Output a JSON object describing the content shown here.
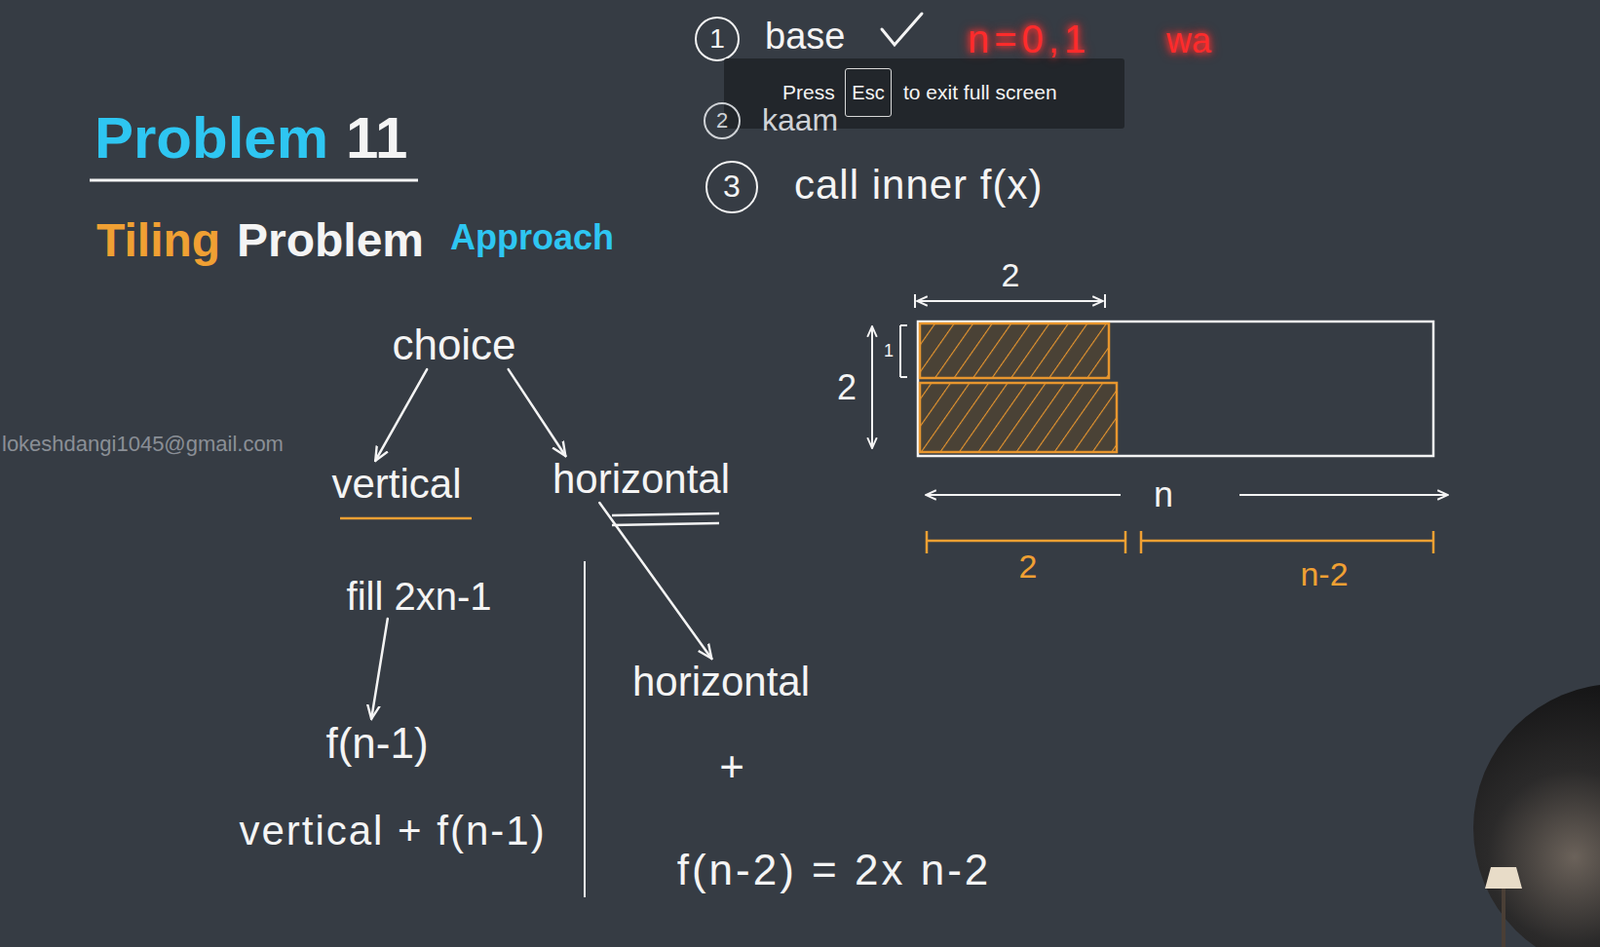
{
  "diagram": {
    "nodes": [
      {
        "text": [
          "1"
        ]
      },
      {
        "text": [
          "Press",
          "to exit full screen"
        ]
      },
      {
        "text": [
          "Esc"
        ],
        "in": 1
      },
      {
        "text": [
          "2"
        ]
      },
      {
        "text": [
          "3"
        ]
      },
      {
        "text": [
          "choice"
        ]
      },
      {
        "text": [
          "vertical"
        ]
      },
      {
        "text": [
          "horizontal"
        ]
      },
      {
        "text": [
          "fill 2xn-1"
        ]
      },
      {
        "text": [
          "f(n-1)"
        ]
      },
      {
        "text": [
          "horizontal"
        ]
      }
    ],
    "edges": [
      {
        "from": 5,
        "to": 6,
        "arrow": "to"
      },
      {
        "from": 5,
        "to": 7,
        "arrow": "to"
      },
      {
        "from": 8,
        "to": 9,
        "arrow": "to"
      },
      {
        "from": 7,
        "to": 10,
        "arrow": "to"
      }
    ],
    "labels": [
      "Problem",
      "11",
      "Tiling",
      "Problem",
      "Approach",
      "base",
      "n=0,1",
      "wa",
      "kaam",
      "call inner f(x)",
      "lokeshdangi1045@gmail.com",
      "2",
      "1",
      "2",
      "n",
      "2",
      "n-2",
      "+",
      "vertical + f(n-1)",
      "f(n-2) = 2x n-2"
    ]
  }
}
